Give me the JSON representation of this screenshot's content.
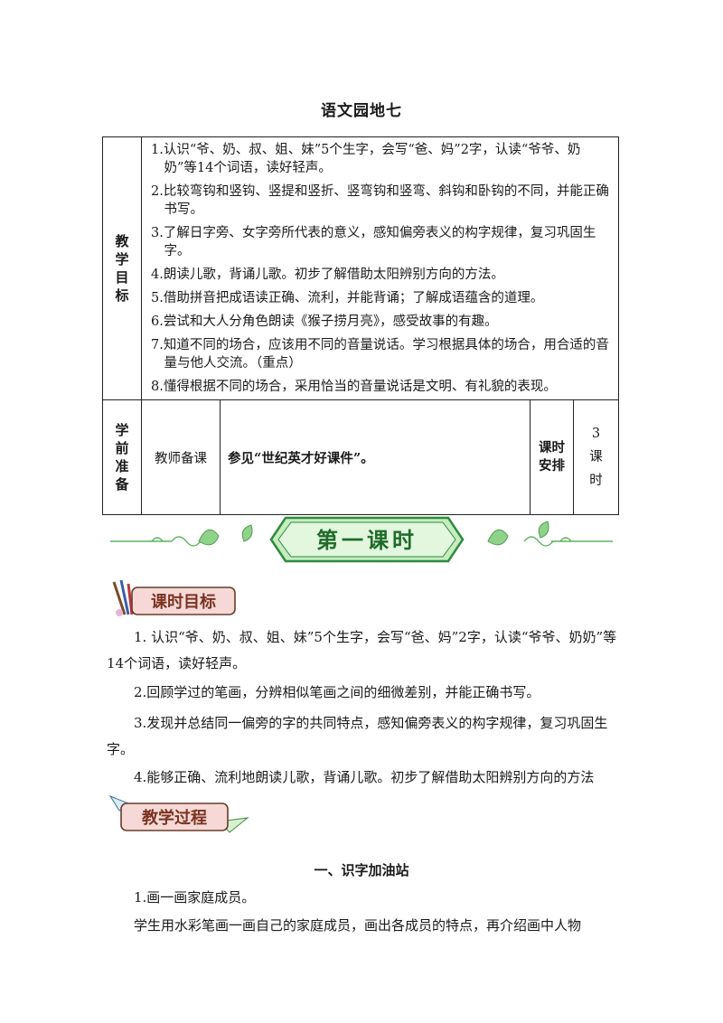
{
  "title": "语文园地七",
  "table": {
    "goals_label": [
      "教",
      "学",
      "目",
      "标"
    ],
    "goals": [
      "1.认识“爷、奶、叔、姐、妹”5个生字，会写“爸、妈”2字，认读“爷爷、奶奶”等14个词语，读好轻声。",
      "2.比较弯钩和竖钩、竖提和竖折、竖弯钩和竖弯、斜钩和卧钩的不同，并能正确书写。",
      "3.了解日字旁、女字旁所代表的意义，感知偏旁表义的构字规律，复习巩固生字。",
      "4.朗读儿歌，背诵儿歌。初步了解借助太阳辨别方向的方法。",
      "5.借助拼音把成语读正确、流利，并能背诵；了解成语蕴含的道理。",
      "6.尝试和大人分角色朗读《猴子捞月亮》，感受故事的有趣。",
      "7.知道不同的场合，应该用不同的音量说话。学习根据具体的场合，用合适的音量与他人交流。（重点）",
      "8.懂得根据不同的场合，采用恰当的音量说话是文明、有礼貌的表现。"
    ],
    "prep_label": [
      "学",
      "前",
      "准",
      "备"
    ],
    "prep_teacher": "教师备课",
    "prep_content": "参见“世纪英才好课件”。",
    "schedule_label": [
      "课时",
      "安排"
    ],
    "schedule_value": [
      "3",
      "课",
      "时"
    ]
  },
  "banner": {
    "text": "第一课时"
  },
  "objectives_tag": "课时目标",
  "objectives": [
    "1. 认识“爷、奶、叔、姐、妹”5个生字，会写“爸、妈”2字，认读“爷爷、奶奶”等14个词语，读好轻声。",
    "2.回顾学过的笔画，分辨相似笔画之间的细微差别，并能正确书写。",
    "3.发现并总结同一偏旁的字的共同特点，感知偏旁表义的构字规律，复习巩固生字。",
    "4.能够正确、流利地朗读儿歌，背诵儿歌。初步了解借助太阳辨别方向的方法"
  ],
  "process_tag": "教学过程",
  "section1": {
    "heading": "一、识字加油站",
    "item1": "1.画一画家庭成员。",
    "para": "学生用水彩笔画一画自己的家庭成员，画出各成员的特点，再介绍画中人物"
  },
  "colors": {
    "banner_green": "#2e8b3e",
    "leaf_green": "#7cc77a",
    "tag_pink": "#f4c7c3",
    "tag_text": "#8a3b2a"
  }
}
